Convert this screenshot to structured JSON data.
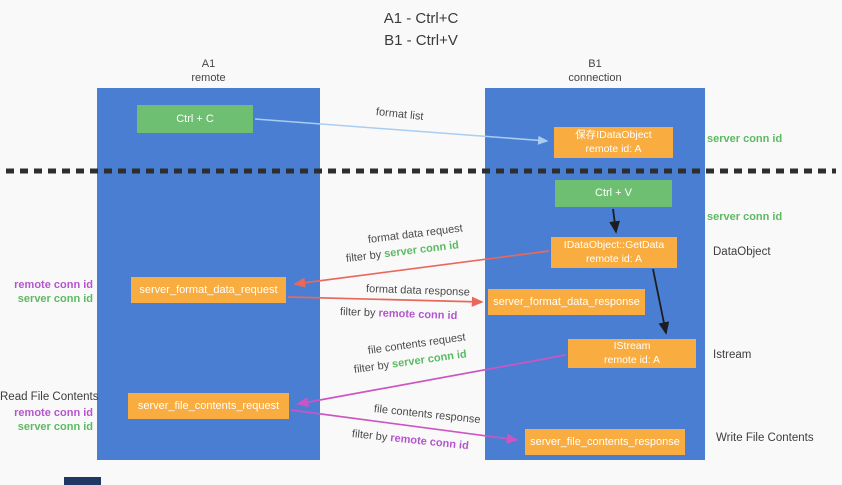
{
  "title": {
    "line1": "A1 - Ctrl+C",
    "line2": "B1 - Ctrl+V"
  },
  "columns": {
    "left": {
      "name": "A1",
      "role": "remote"
    },
    "right": {
      "name": "B1",
      "role": "connection"
    }
  },
  "nodes": {
    "ctrl_c": "Ctrl + C",
    "save_idataobject": {
      "line1": "保存IDataObject",
      "line2": "remote id: A"
    },
    "ctrl_v": "Ctrl + V",
    "getdata": {
      "line1": "IDataObject::GetData",
      "line2": "remote id: A"
    },
    "format_request": "server_format_data_request",
    "format_response": "server_format_data_response",
    "istream": {
      "line1": "IStream",
      "line2": "remote id: A"
    },
    "file_request": "server_file_contents_request",
    "file_response": "server_file_contents_response"
  },
  "edges": {
    "format_list": "format list",
    "format_data_request": "format data request",
    "format_data_response": "format data response",
    "file_contents_request": "file contents request",
    "file_contents_response": "file contents response",
    "filter_prefix": "filter by ",
    "server_conn_id": "server conn id",
    "remote_conn_id": "remote conn id"
  },
  "annotations": {
    "server_conn_id_top": "server conn id",
    "server_conn_id_mid": "server conn id",
    "dataobject": "DataObject",
    "istream": "Istream",
    "write_file": "Write File Contents",
    "read_file": "Read File Contents",
    "left1_remote": "remote conn id",
    "left1_server": "server conn id",
    "left2_remote": "remote conn id",
    "left2_server": "server conn id"
  },
  "colors": {
    "lifeline_blue": "#4a7ed2",
    "box_green": "#6fbf72",
    "box_orange": "#f9ac3f",
    "arrow_blue": "#a9cdf0",
    "arrow_red": "#e8695c",
    "arrow_magenta": "#cc55c3",
    "text_green": "#5cba62",
    "text_purple": "#b457cd",
    "divider_black": "#2e2e2e"
  }
}
